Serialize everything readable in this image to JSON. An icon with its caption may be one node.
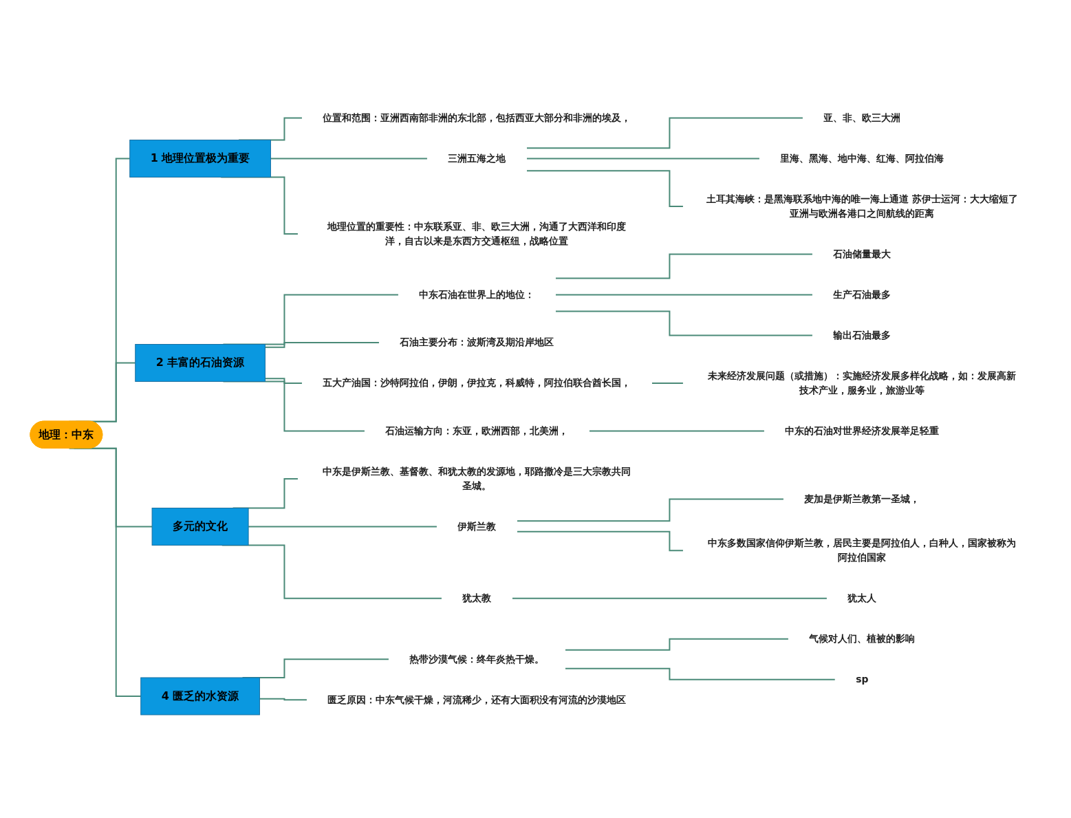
{
  "diagram": {
    "nodes": [
      {
        "text": [
          "地理：中东"
        ]
      },
      {
        "text": [
          "1 地理位置极为重要"
        ]
      },
      {
        "text": [
          "位置和范围：亚洲西南部非洲的东北部，包括西亚大部分和非洲的埃及，"
        ]
      },
      {
        "text": [
          "三洲五海之地"
        ]
      },
      {
        "text": [
          "亚、非、欧三大洲"
        ]
      },
      {
        "text": [
          "里海、黑海、地中海、红海、阿拉伯海"
        ]
      },
      {
        "text": [
          "土耳其海峡：是黑海联系地中海的唯一海上通道 苏伊士运河：大大缩短了亚洲与欧洲各港口之间航线的距离"
        ]
      },
      {
        "text": [
          "地理位置的重要性：中东联系亚、非、欧三大洲，沟通了大西洋和印度洋，自古以来是东西方交通枢纽，战略位置"
        ]
      },
      {
        "text": [
          "2 丰富的石油资源"
        ]
      },
      {
        "text": [
          "中东石油在世界上的地位："
        ]
      },
      {
        "text": [
          "石油储量最大"
        ]
      },
      {
        "text": [
          "生产石油最多"
        ]
      },
      {
        "text": [
          "输出石油最多"
        ]
      },
      {
        "text": [
          "石油主要分布：波斯湾及期沿岸地区"
        ]
      },
      {
        "text": [
          "五大产油国：沙特阿拉伯，伊朗，伊拉克，科威特，阿拉伯联合酋长国，"
        ]
      },
      {
        "text": [
          "未来经济发展问题（或措施）：实施经济发展多样化战略，如：发展高新技术产业，服务业，旅游业等"
        ]
      },
      {
        "text": [
          "石油运输方向：东亚，欧洲西部，北美洲，"
        ]
      },
      {
        "text": [
          "中东的石油对世界经济发展举足轻重"
        ]
      },
      {
        "text": [
          "多元的文化"
        ]
      },
      {
        "text": [
          "中东是伊斯兰教、基督教、和犹太教的发源地，耶路撒冷是三大宗教共同圣城。"
        ]
      },
      {
        "text": [
          "伊斯兰教"
        ]
      },
      {
        "text": [
          "麦加是伊斯兰教第一圣城，"
        ]
      },
      {
        "text": [
          "中东多数国家信仰伊斯兰教，居民主要是阿拉伯人，白种人，国家被称为阿拉伯国家"
        ]
      },
      {
        "text": [
          "犹太教"
        ]
      },
      {
        "text": [
          "犹太人"
        ]
      },
      {
        "text": [
          "4 匮乏的水资源"
        ]
      },
      {
        "text": [
          "热带沙漠气候：终年炎热干燥。"
        ]
      },
      {
        "text": [
          "气候对人们、植被的影响"
        ]
      },
      {
        "text": [
          "sp"
        ]
      },
      {
        "text": [
          "匮乏原因：中东气候干燥，河流稀少，还有大面积没有河流的沙漠地区"
        ]
      }
    ],
    "edges": [
      {
        "from": 0,
        "to": 1,
        "arrow": "none"
      },
      {
        "from": 1,
        "to": 2,
        "arrow": "none"
      },
      {
        "from": 1,
        "to": 3,
        "arrow": "none"
      },
      {
        "from": 3,
        "to": 4,
        "arrow": "none"
      },
      {
        "from": 3,
        "to": 5,
        "arrow": "none"
      },
      {
        "from": 3,
        "to": 6,
        "arrow": "none"
      },
      {
        "from": 1,
        "to": 7,
        "arrow": "none"
      },
      {
        "from": 0,
        "to": 8,
        "arrow": "none"
      },
      {
        "from": 8,
        "to": 9,
        "arrow": "none"
      },
      {
        "from": 9,
        "to": 10,
        "arrow": "none"
      },
      {
        "from": 9,
        "to": 11,
        "arrow": "none"
      },
      {
        "from": 9,
        "to": 12,
        "arrow": "none"
      },
      {
        "from": 8,
        "to": 13,
        "arrow": "none"
      },
      {
        "from": 8,
        "to": 14,
        "arrow": "none"
      },
      {
        "from": 14,
        "to": 15,
        "arrow": "none"
      },
      {
        "from": 8,
        "to": 16,
        "arrow": "none"
      },
      {
        "from": 16,
        "to": 17,
        "arrow": "none"
      },
      {
        "from": 0,
        "to": 18,
        "arrow": "none"
      },
      {
        "from": 18,
        "to": 19,
        "arrow": "none"
      },
      {
        "from": 18,
        "to": 20,
        "arrow": "none"
      },
      {
        "from": 20,
        "to": 21,
        "arrow": "none"
      },
      {
        "from": 20,
        "to": 22,
        "arrow": "none"
      },
      {
        "from": 18,
        "to": 23,
        "arrow": "none"
      },
      {
        "from": 23,
        "to": 24,
        "arrow": "none"
      },
      {
        "from": 0,
        "to": 25,
        "arrow": "none"
      },
      {
        "from": 25,
        "to": 26,
        "arrow": "none"
      },
      {
        "from": 26,
        "to": 27,
        "arrow": "none"
      },
      {
        "from": 26,
        "to": 28,
        "arrow": "none"
      },
      {
        "from": 25,
        "to": 29,
        "arrow": "none"
      }
    ]
  }
}
